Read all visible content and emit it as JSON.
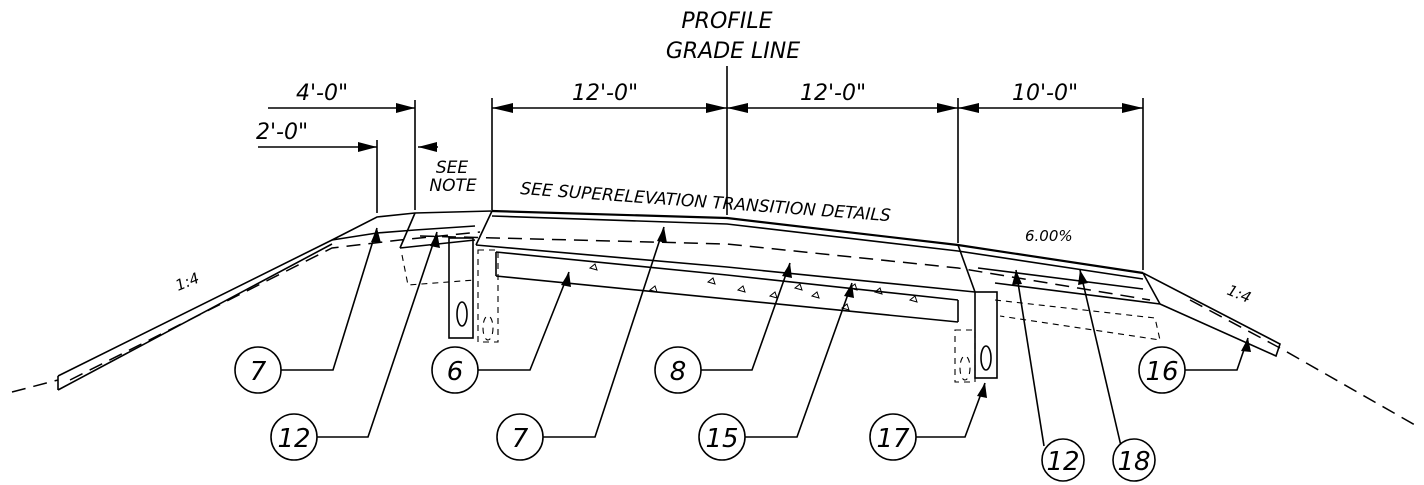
{
  "labels": {
    "profile_grade_line_1": "PROFILE",
    "profile_grade_line_2": "GRADE LINE",
    "dim_4ft": "4'-0\"",
    "dim_2ft": "2'-0\"",
    "dim_12ft_left": "12'-0\"",
    "dim_12ft_right": "12'-0\"",
    "dim_10ft": "10'-0\"",
    "see_note_1": "SEE",
    "see_note_2": "NOTE",
    "superelevation_note": "SEE SUPERELEVATION TRANSITION DETAILS",
    "slope_pct": "6.00%",
    "slope_left": "1:4",
    "slope_right": "1:4"
  },
  "callouts": {
    "c7a": "7",
    "c6": "6",
    "c8": "8",
    "c16": "16",
    "c12a": "12",
    "c7b": "7",
    "c15": "15",
    "c17": "17",
    "c12b": "12",
    "c18": "18"
  }
}
